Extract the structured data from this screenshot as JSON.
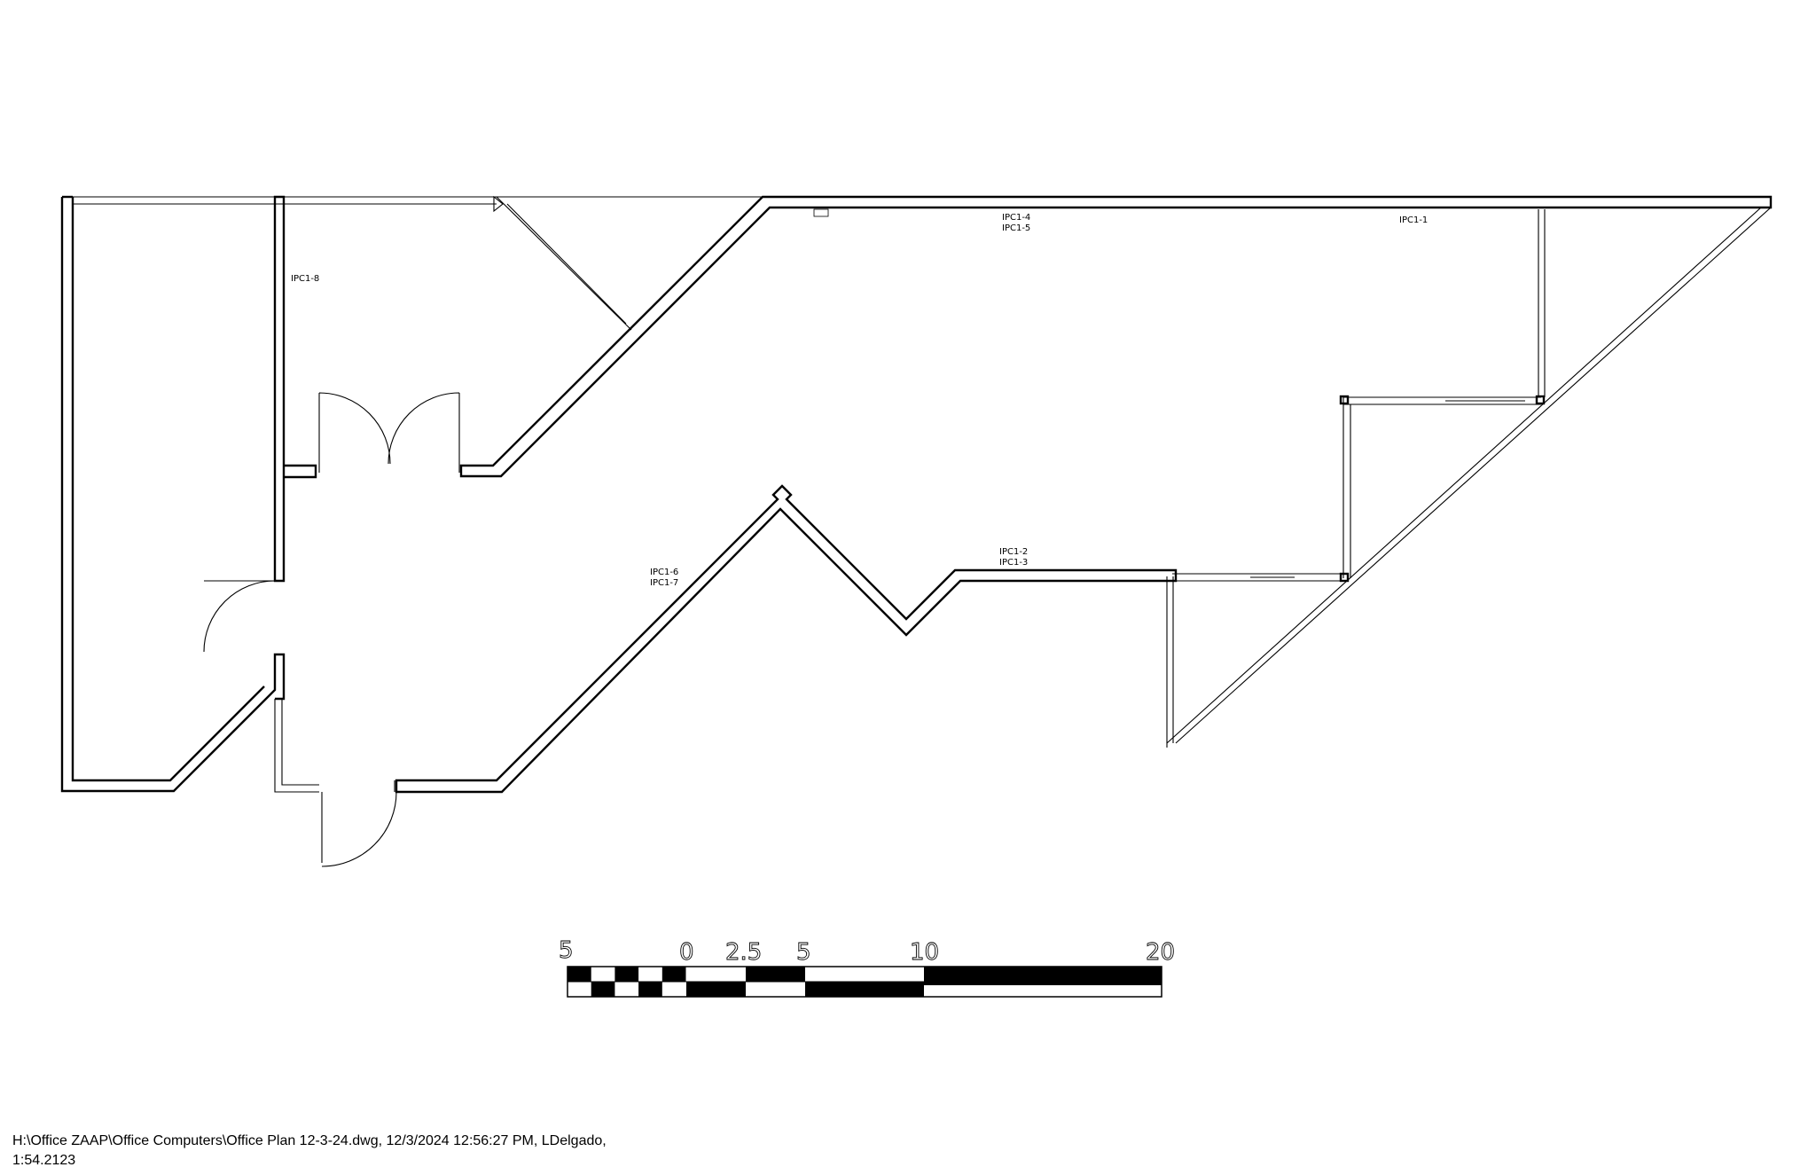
{
  "drawing": {
    "room_labels": [
      {
        "id": "ipc1-1",
        "text": "IPC1-1"
      },
      {
        "id": "ipc1-2",
        "text": "IPC1-2"
      },
      {
        "id": "ipc1-3",
        "text": "IPC1-3"
      },
      {
        "id": "ipc1-4",
        "text": "IPC1-4"
      },
      {
        "id": "ipc1-5",
        "text": "IPC1-5"
      },
      {
        "id": "ipc1-6",
        "text": "IPC1-6"
      },
      {
        "id": "ipc1-7",
        "text": "IPC1-7"
      },
      {
        "id": "ipc1-8",
        "text": "IPC1-8"
      }
    ]
  },
  "scale_bar": {
    "ticks": [
      "5",
      "0",
      "2.5",
      "5",
      "10",
      "20"
    ]
  },
  "footer": {
    "line1": "H:\\Office ZAAP\\Office Computers\\Office Plan 12-3-24.dwg, 12/3/2024 12:56:27 PM, LDelgado,",
    "line2": "1:54.2123"
  }
}
